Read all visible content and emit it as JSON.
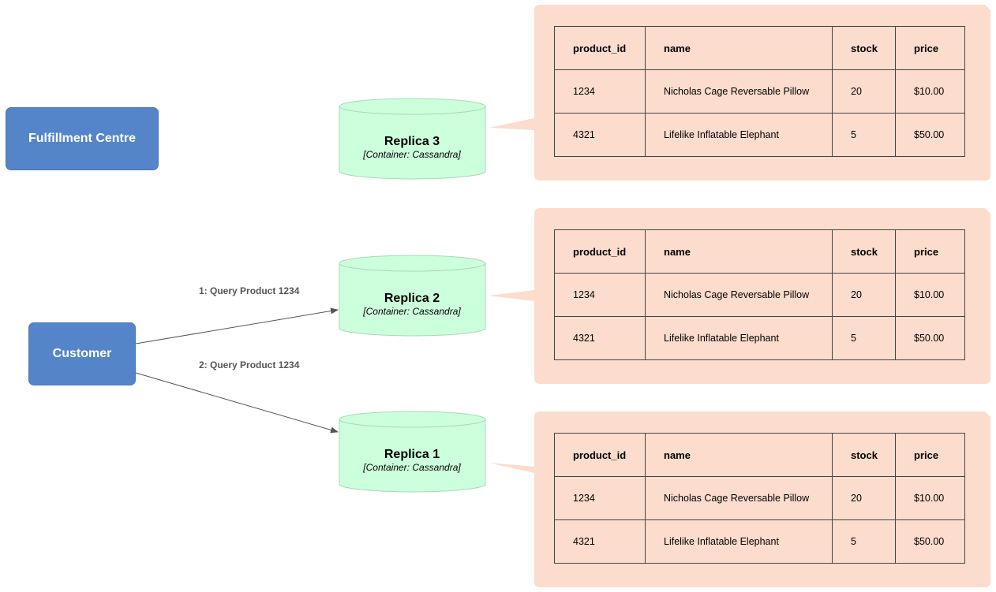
{
  "colors": {
    "actor_fill": "#5485c8",
    "db_fill": "#ccffdc",
    "db_stroke": "#a8d8b8",
    "note_fill": "#fcdccc",
    "arrow": "#555555"
  },
  "actors": {
    "fulfillment": "Fulfillment Centre",
    "customer": "Customer"
  },
  "replicas": [
    {
      "title": "Replica 3",
      "tech": "[Container: Cassandra]"
    },
    {
      "title": "Replica 2",
      "tech": "[Container: Cassandra]"
    },
    {
      "title": "Replica 1",
      "tech": "[Container: Cassandra]"
    }
  ],
  "edges": [
    {
      "label": "1: Query Product 1234",
      "from": "customer",
      "to": "Replica 2"
    },
    {
      "label": "2: Query Product 1234",
      "from": "customer",
      "to": "Replica 1"
    }
  ],
  "tables": [
    {
      "headers": [
        "product_id",
        "name",
        "stock",
        "price"
      ],
      "rows": [
        [
          "1234",
          "Nicholas Cage Reversable Pillow",
          "20",
          "$10.00"
        ],
        [
          "4321",
          "Lifelike Inflatable Elephant",
          "5",
          "$50.00"
        ]
      ]
    },
    {
      "headers": [
        "product_id",
        "name",
        "stock",
        "price"
      ],
      "rows": [
        [
          "1234",
          "Nicholas Cage Reversable Pillow",
          "20",
          "$10.00"
        ],
        [
          "4321",
          "Lifelike Inflatable Elephant",
          "5",
          "$50.00"
        ]
      ]
    },
    {
      "headers": [
        "product_id",
        "name",
        "stock",
        "price"
      ],
      "rows": [
        [
          "1234",
          "Nicholas Cage Reversable Pillow",
          "20",
          "$10.00"
        ],
        [
          "4321",
          "Lifelike Inflatable Elephant",
          "5",
          "$50.00"
        ]
      ]
    }
  ]
}
